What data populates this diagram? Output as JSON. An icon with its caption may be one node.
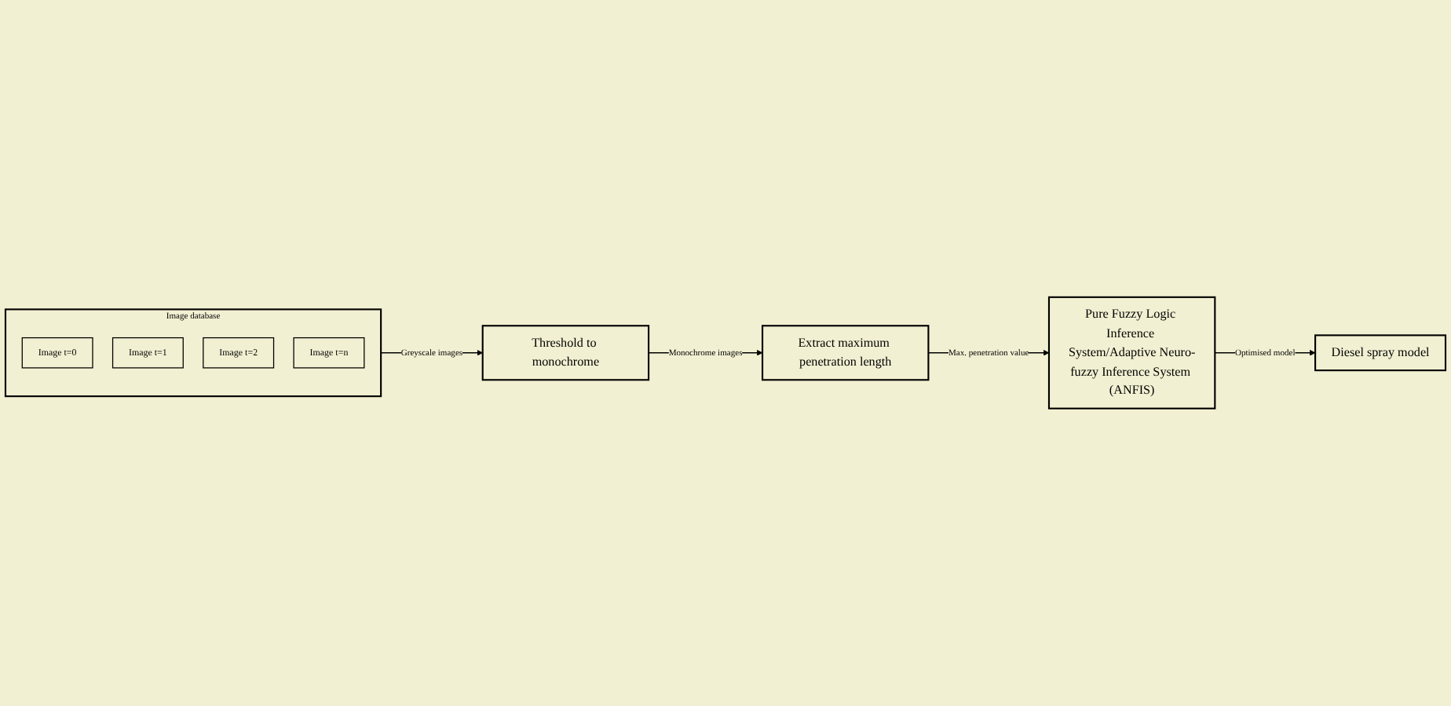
{
  "diagram": {
    "nodes": [
      {
        "text": [
          "Image database"
        ]
      },
      {
        "text": [
          "Image t=0"
        ],
        "in": 0
      },
      {
        "text": [
          "Image t=1"
        ],
        "in": 0
      },
      {
        "text": [
          "Image t=2"
        ],
        "in": 0
      },
      {
        "text": [
          "Image t=n"
        ],
        "in": 0
      },
      {
        "text": [
          "Threshold to monochrome"
        ]
      },
      {
        "text": [
          "Extract maximum penetration length"
        ]
      },
      {
        "text": [
          "Pure Fuzzy Logic Inference System/Adaptive Neuro-fuzzy Inference System (ANFIS)"
        ]
      },
      {
        "text": [
          "Diesel spray model"
        ]
      }
    ],
    "edges": [
      {
        "from": 0,
        "to": 5,
        "arrow": "to",
        "label": "Greyscale images"
      },
      {
        "from": 5,
        "to": 6,
        "arrow": "to",
        "label": "Monochrome images"
      },
      {
        "from": 6,
        "to": 7,
        "arrow": "to",
        "label": "Max. penetration value"
      },
      {
        "from": 7,
        "to": 8,
        "arrow": "to",
        "label": "Optimised model"
      }
    ]
  }
}
